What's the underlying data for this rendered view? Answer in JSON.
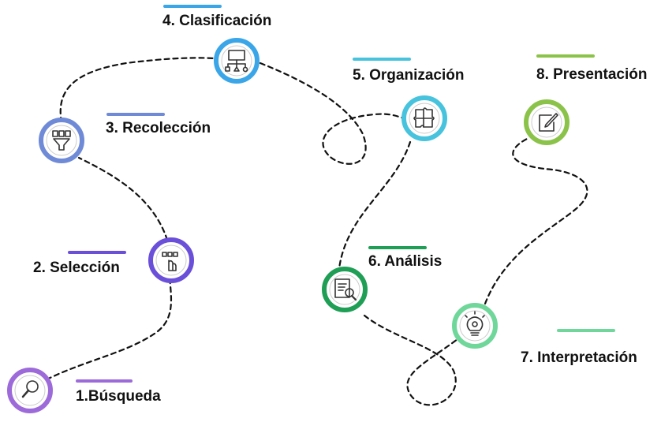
{
  "diagram": {
    "steps": [
      {
        "id": "busqueda",
        "label": "1.Búsqueda",
        "color": "#9d6bd9",
        "icon": "magnifier-icon"
      },
      {
        "id": "seleccion",
        "label": "2. Selección",
        "color": "#6a4fd9",
        "icon": "hand-pointer-icon"
      },
      {
        "id": "recoleccion",
        "label": "3. Recolección",
        "color": "#6f8ad6",
        "icon": "funnel-icon"
      },
      {
        "id": "clasificacion",
        "label": "4. Clasificación",
        "color": "#3aa6e8",
        "icon": "hierarchy-icon"
      },
      {
        "id": "organizacion",
        "label": "5. Organización",
        "color": "#47c3dd",
        "icon": "puzzle-icon"
      },
      {
        "id": "analisis",
        "label": "6. Análisis",
        "color": "#1f9e55",
        "icon": "document-search-icon"
      },
      {
        "id": "interpretacion",
        "label": "7. Interpretación",
        "color": "#6fd79a",
        "icon": "lightbulb-icon"
      },
      {
        "id": "presentacion",
        "label": "8. Presentación",
        "color": "#8bc34a",
        "icon": "edit-icon"
      }
    ]
  }
}
